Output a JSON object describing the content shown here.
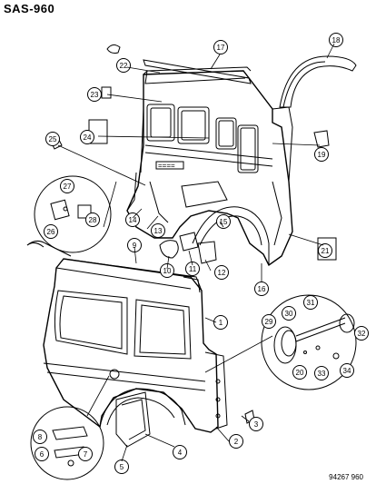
{
  "header": {
    "code": "SAS-960"
  },
  "footer": {
    "drawing_number": "94267  960"
  },
  "callouts": [
    "1",
    "2",
    "3",
    "4",
    "5",
    "6",
    "7",
    "8",
    "9",
    "10",
    "11",
    "12",
    "13",
    "14",
    "15",
    "16",
    "17",
    "18",
    "19",
    "20",
    "21",
    "22",
    "23",
    "24",
    "25",
    "26",
    "27",
    "28",
    "29",
    "30",
    "31",
    "32",
    "33",
    "34"
  ],
  "panel_text": "===="
}
